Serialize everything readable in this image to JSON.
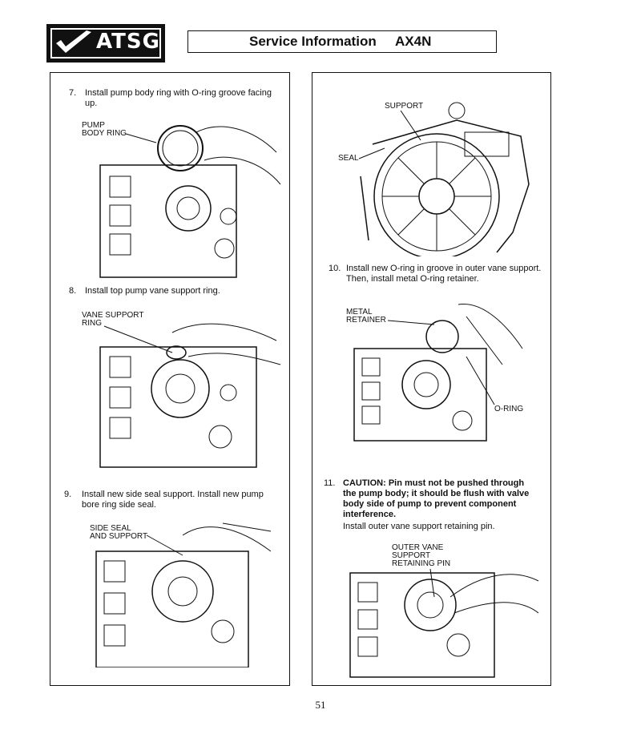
{
  "header": {
    "logo_text": "ATSG",
    "title": "Service Information",
    "model": "AX4N"
  },
  "steps": [
    {
      "number": "7.",
      "text_line1": "Install pump body ring with O-ring groove facing",
      "text_line2": "up.",
      "callouts": [
        "PUMP",
        "BODY RING"
      ]
    },
    {
      "number": "8.",
      "text_line1": "Install top pump vane support ring.",
      "callouts": [
        "VANE SUPPORT",
        "RING"
      ]
    },
    {
      "number": "9.",
      "text_line1": "Install new side seal support. Install new pump",
      "text_line2": "bore ring side seal.",
      "callouts": [
        "SIDE SEAL",
        "AND SUPPORT"
      ]
    },
    {
      "number": "10.",
      "text_line1": "Install new O-ring in groove in outer vane support.",
      "text_line2": "Then, install metal O-ring retainer.",
      "callouts_top": [
        "SUPPORT",
        "SEAL"
      ],
      "callouts": [
        "METAL",
        "RETAINER",
        "O-RING"
      ]
    },
    {
      "number": "11.",
      "caution_lines": [
        "CAUTION: Pin must not be pushed through",
        "the pump body; it should be flush with valve",
        "body side of pump to prevent component",
        "interference."
      ],
      "text_line1": "Install outer vane support retaining pin.",
      "callouts": [
        "OUTER VANE",
        "SUPPORT",
        "RETAINING PIN"
      ]
    }
  ],
  "page_number": "51"
}
